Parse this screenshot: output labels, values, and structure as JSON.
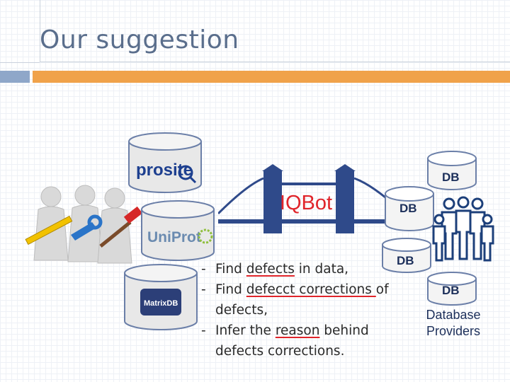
{
  "slide": {
    "title": "Our suggestion"
  },
  "logos": {
    "prosite": "prosite",
    "uniprot": "UniProt",
    "matrixdb": "MatrixDB"
  },
  "center": {
    "iqbot_label": "IQBot"
  },
  "bullets": [
    {
      "parts": [
        "Find ",
        "defects",
        " in data,"
      ]
    },
    {
      "parts": [
        "Find ",
        "defecct corrections ",
        "of defects,"
      ]
    },
    {
      "parts": [
        "Infer the ",
        "reason",
        " behind defects corrections."
      ]
    }
  ],
  "right": {
    "db_labels": [
      "DB",
      "DB",
      "DB",
      "DB"
    ],
    "providers_label": "Database Providers"
  },
  "colors": {
    "title": "#5a6e8c",
    "accent_orange": "#f0a24a",
    "accent_blue": "#8fa7c9",
    "highlight_red": "#e0242a",
    "db_blue": "#1c2f5a",
    "bridge_blue": "#2f4a8a"
  },
  "icons": [
    "workers-with-tools-icon",
    "bridge-icon",
    "people-group-icon",
    "database-cylinder-icon"
  ]
}
